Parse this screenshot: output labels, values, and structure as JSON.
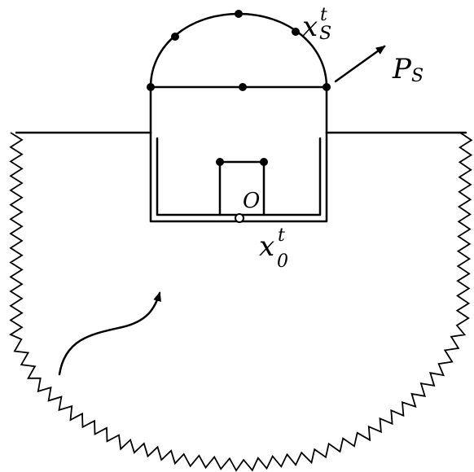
{
  "labels": {
    "xs_main": "x",
    "xs_sup": "t",
    "xs_sub": "S",
    "ps_main": "P",
    "ps_sub": "S",
    "x0_main": "x",
    "x0_sup": "t",
    "x0_sub": "0",
    "origin": "O"
  },
  "colors": {
    "stroke": "#000000",
    "background": "#ffffff"
  }
}
